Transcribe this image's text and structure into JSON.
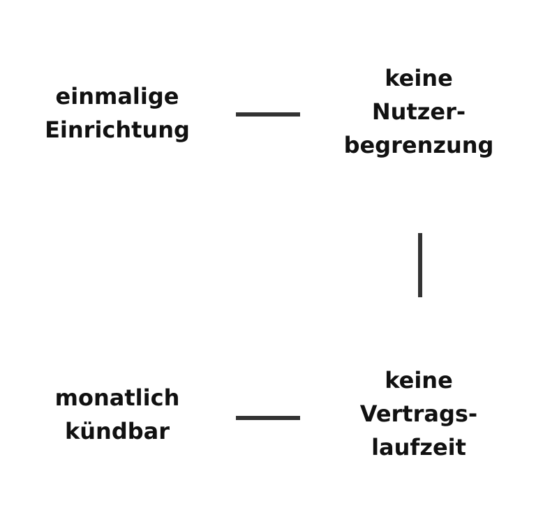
{
  "features": {
    "top_left": {
      "lines": [
        "einmalige",
        "Einrichtung"
      ]
    },
    "top_right": {
      "lines": [
        "keine",
        "Nutzer-",
        "begrenzung"
      ]
    },
    "bottom_left": {
      "lines": [
        "monatlich",
        "kündbar"
      ]
    },
    "bottom_right": {
      "lines": [
        "keine",
        "Vertrags-",
        "laufzeit"
      ]
    }
  },
  "colors": {
    "text": "#111111",
    "connector": "#333333",
    "background": "#ffffff"
  }
}
